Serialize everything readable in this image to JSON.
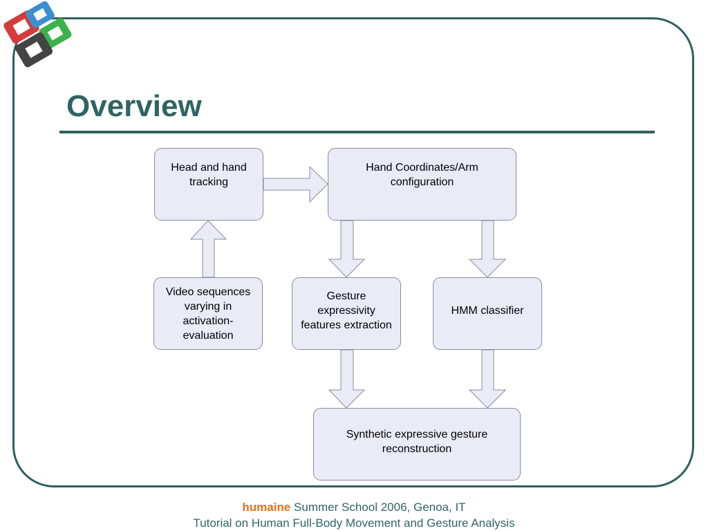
{
  "slide": {
    "title": "Overview"
  },
  "diagram": {
    "nodes": {
      "head_tracking": "Head and hand\ntracking",
      "hand_coordinates": "Hand Coordinates/Arm\nconfiguration",
      "video_sequences": "Video sequences\nvarying in\nactivation-\nevaluation",
      "gesture_expressivity": "Gesture\nexpressivity\nfeatures extraction",
      "hmm_classifier": "HMM classifier",
      "synthetic_reconstruction": "Synthetic expressive gesture\nreconstruction"
    }
  },
  "footer": {
    "brand": "humaine",
    "event": "Summer School 2006, Genoa, IT",
    "tutorial": "Tutorial on Human Full-Body Movement and Gesture Analysis"
  },
  "colors": {
    "frame": "#2f5f5f",
    "title": "#2f6464",
    "box_fill": "#e9ecf7",
    "box_border": "#8a8d99",
    "brand": "#e2711d",
    "logo_red": "#d63a3a",
    "logo_blue": "#3b8fd0",
    "logo_green": "#3bb34a",
    "logo_dark": "#444444"
  },
  "icons": {
    "logo": "humaine-logo-icon"
  }
}
